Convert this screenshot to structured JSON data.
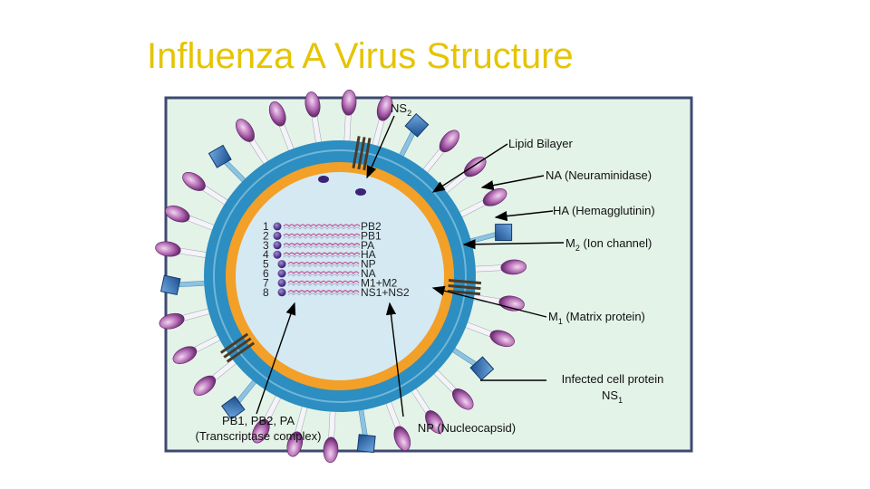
{
  "title": "Influenza A Virus Structure",
  "labels": {
    "ns2": {
      "main": "NS",
      "sub": "2"
    },
    "lipid_bilayer": "Lipid Bilayer",
    "na": "NA (Neuraminidase)",
    "ha": "HA (Hemagglutinin)",
    "m2": {
      "main": "M",
      "sub": "2",
      "rest": " (Ion channel)"
    },
    "m1": {
      "main": "M",
      "sub": "1",
      "rest": " (Matrix protein)"
    },
    "ns1": {
      "line1": "Infected cell protein",
      "main": "NS",
      "sub": "1"
    },
    "pb_line1": "PB1, PB2, PA",
    "pb_line2": "(Transcriptase complex)",
    "np": "NP (Nucleocapsid)"
  },
  "segments": [
    {
      "num": "1",
      "name": "PB2"
    },
    {
      "num": "2",
      "name": "PB1"
    },
    {
      "num": "3",
      "name": "PA"
    },
    {
      "num": "4",
      "name": "HA"
    },
    {
      "num": "5",
      "name": "NP"
    },
    {
      "num": "6",
      "name": "NA"
    },
    {
      "num": "7",
      "name": "M1+M2"
    },
    {
      "num": "8",
      "name": "NS1+NS2"
    }
  ],
  "colors": {
    "title": "#e6c400",
    "panel_bg": "#e4f3e8",
    "panel_border": "#3d4a72",
    "envelope": "#2c8ec1",
    "matrix": "#f2a027",
    "core": "#d5e9f3",
    "ha_spike": "#a45aa6",
    "na_head": "#2e6fb6"
  }
}
